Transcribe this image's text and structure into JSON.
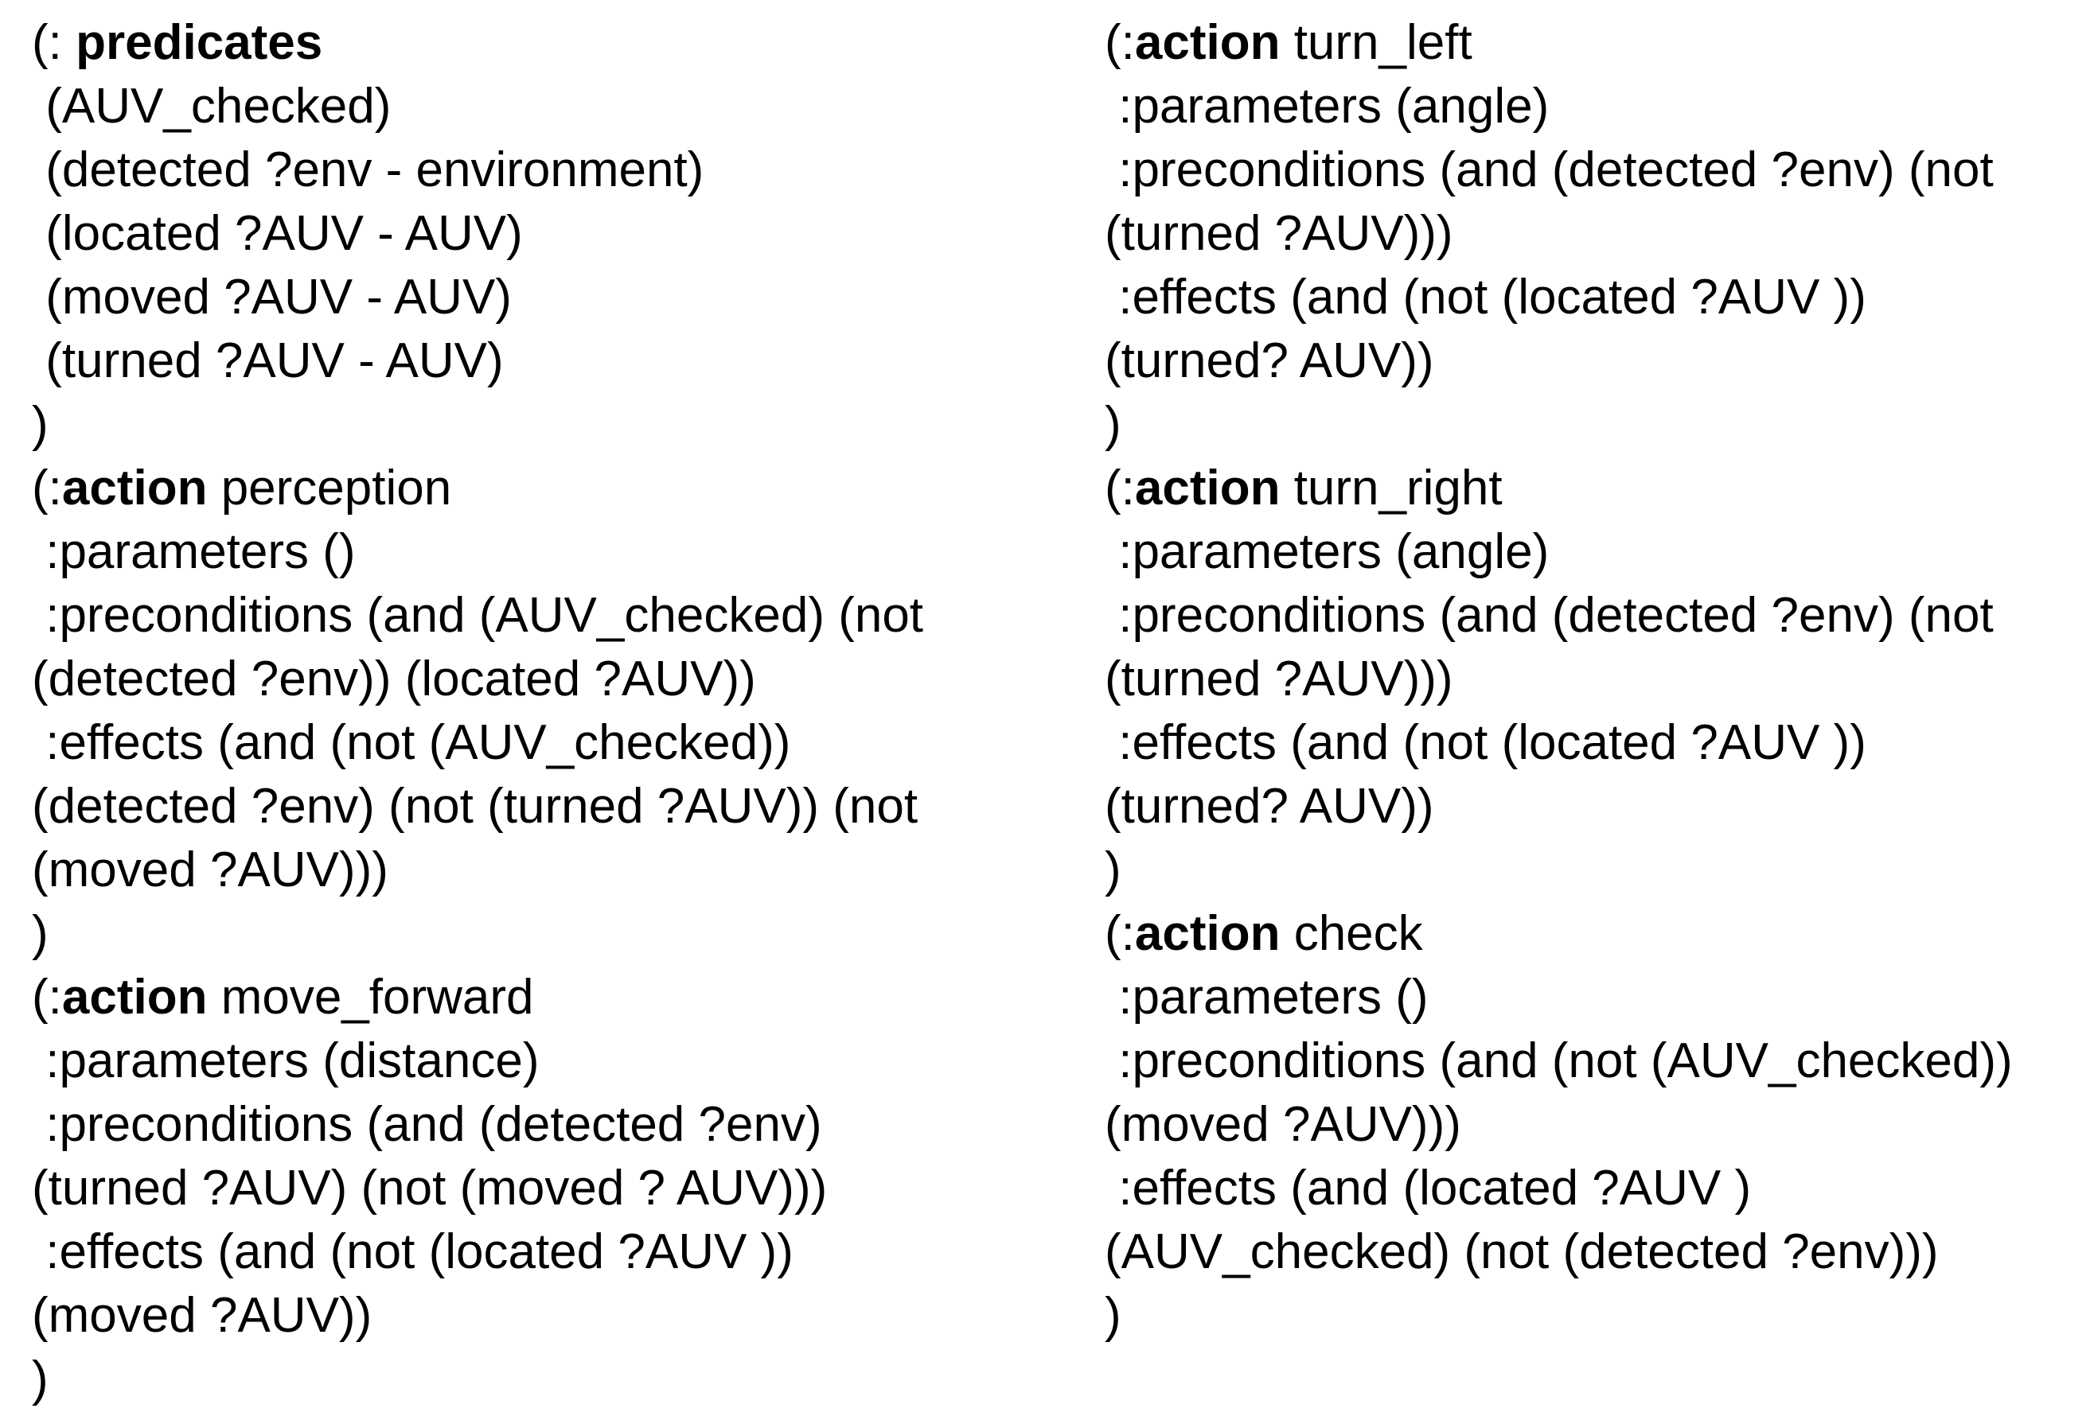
{
  "page": {
    "background_color": "#ffffff",
    "text_color": "#000000",
    "description": "PDDL domain code listing in two columns"
  },
  "pddl": {
    "left_column": {
      "lines": [
        {
          "segments": [
            {
              "text": "(: ",
              "bold": false
            },
            {
              "text": "predicates",
              "bold": true
            }
          ]
        },
        {
          "segments": [
            {
              "text": " (AUV_checked)",
              "bold": false
            }
          ]
        },
        {
          "segments": [
            {
              "text": " (detected ?env - environment)",
              "bold": false
            }
          ]
        },
        {
          "segments": [
            {
              "text": " (located ?AUV - AUV)",
              "bold": false
            }
          ]
        },
        {
          "segments": [
            {
              "text": " (moved ?AUV - AUV)",
              "bold": false
            }
          ]
        },
        {
          "segments": [
            {
              "text": " (turned ?AUV - AUV)",
              "bold": false
            }
          ]
        },
        {
          "segments": [
            {
              "text": ")",
              "bold": false
            }
          ]
        },
        {
          "segments": [
            {
              "text": "(:",
              "bold": false
            },
            {
              "text": "action",
              "bold": true
            },
            {
              "text": " perception",
              "bold": false
            }
          ]
        },
        {
          "segments": [
            {
              "text": " :parameters ()",
              "bold": false
            }
          ]
        },
        {
          "segments": [
            {
              "text": " :preconditions (and (AUV_checked) (not",
              "bold": false
            }
          ]
        },
        {
          "segments": [
            {
              "text": "(detected ?env)) (located ?AUV))",
              "bold": false
            }
          ]
        },
        {
          "segments": [
            {
              "text": " :effects (and (not (AUV_checked))",
              "bold": false
            }
          ]
        },
        {
          "segments": [
            {
              "text": "(detected ?env) (not (turned ?AUV)) (not",
              "bold": false
            }
          ]
        },
        {
          "segments": [
            {
              "text": "(moved ?AUV)))",
              "bold": false
            }
          ]
        },
        {
          "segments": [
            {
              "text": ")",
              "bold": false
            }
          ]
        },
        {
          "segments": [
            {
              "text": "(:",
              "bold": false
            },
            {
              "text": "action",
              "bold": true
            },
            {
              "text": " move_forward",
              "bold": false
            }
          ]
        },
        {
          "segments": [
            {
              "text": " :parameters (distance)",
              "bold": false
            }
          ]
        },
        {
          "segments": [
            {
              "text": " :preconditions (and (detected ?env)",
              "bold": false
            }
          ]
        },
        {
          "segments": [
            {
              "text": "(turned ?AUV) (not (moved ? AUV)))",
              "bold": false
            }
          ]
        },
        {
          "segments": [
            {
              "text": " :effects (and (not (located ?AUV ))",
              "bold": false
            }
          ]
        },
        {
          "segments": [
            {
              "text": "(moved ?AUV))",
              "bold": false
            }
          ]
        },
        {
          "segments": [
            {
              "text": ")",
              "bold": false
            }
          ]
        }
      ]
    },
    "right_column": {
      "lines": [
        {
          "segments": [
            {
              "text": "(:",
              "bold": false
            },
            {
              "text": "action",
              "bold": true
            },
            {
              "text": " turn_left",
              "bold": false
            }
          ]
        },
        {
          "segments": [
            {
              "text": " :parameters (angle)",
              "bold": false
            }
          ]
        },
        {
          "segments": [
            {
              "text": " :preconditions (and (detected ?env) (not",
              "bold": false
            }
          ]
        },
        {
          "segments": [
            {
              "text": "(turned ?AUV)))",
              "bold": false
            }
          ]
        },
        {
          "segments": [
            {
              "text": " :effects (and (not (located ?AUV ))",
              "bold": false
            }
          ]
        },
        {
          "segments": [
            {
              "text": "(turned? AUV))",
              "bold": false
            }
          ]
        },
        {
          "segments": [
            {
              "text": ")",
              "bold": false
            }
          ]
        },
        {
          "segments": [
            {
              "text": "(:",
              "bold": false
            },
            {
              "text": "action",
              "bold": true
            },
            {
              "text": " turn_right",
              "bold": false
            }
          ]
        },
        {
          "segments": [
            {
              "text": " :parameters (angle)",
              "bold": false
            }
          ]
        },
        {
          "segments": [
            {
              "text": " :preconditions (and (detected ?env) (not",
              "bold": false
            }
          ]
        },
        {
          "segments": [
            {
              "text": "(turned ?AUV)))",
              "bold": false
            }
          ]
        },
        {
          "segments": [
            {
              "text": " :effects (and (not (located ?AUV ))",
              "bold": false
            }
          ]
        },
        {
          "segments": [
            {
              "text": "(turned? AUV))",
              "bold": false
            }
          ]
        },
        {
          "segments": [
            {
              "text": ")",
              "bold": false
            }
          ]
        },
        {
          "segments": [
            {
              "text": "(:",
              "bold": false
            },
            {
              "text": "action",
              "bold": true
            },
            {
              "text": " check",
              "bold": false
            }
          ]
        },
        {
          "segments": [
            {
              "text": " :parameters ()",
              "bold": false
            }
          ]
        },
        {
          "segments": [
            {
              "text": " :preconditions (and (not (AUV_checked))",
              "bold": false
            }
          ]
        },
        {
          "segments": [
            {
              "text": "(moved ?AUV)))",
              "bold": false
            }
          ]
        },
        {
          "segments": [
            {
              "text": " :effects (and (located ?AUV )",
              "bold": false
            }
          ]
        },
        {
          "segments": [
            {
              "text": "(AUV_checked) (not (detected ?env)))",
              "bold": false
            }
          ]
        },
        {
          "segments": [
            {
              "text": ")",
              "bold": false
            }
          ]
        }
      ]
    }
  }
}
